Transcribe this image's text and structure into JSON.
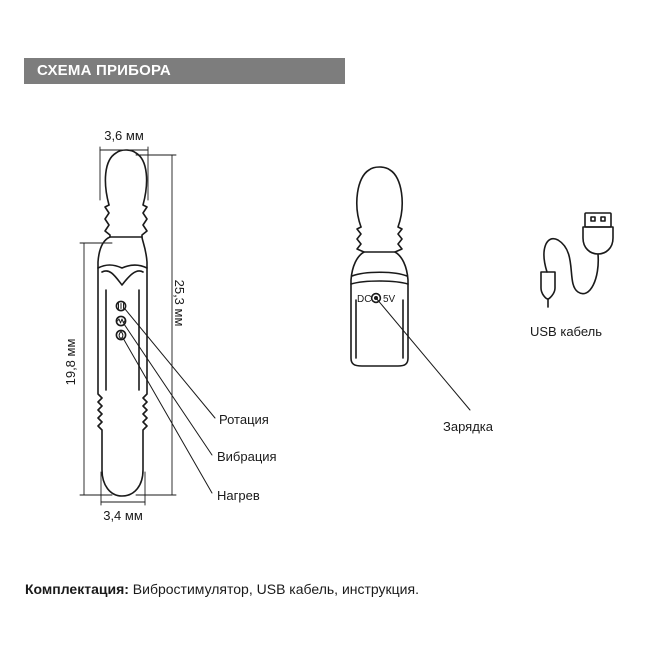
{
  "header": {
    "title": "СХЕМА ПРИБОРА"
  },
  "dimensions": {
    "top_width": "3,6 мм",
    "bottom_width": "3,4 мм",
    "total_length": "25,3 мм",
    "handle_length": "19,8 мм"
  },
  "controls": {
    "rotation": "Ротация",
    "vibration": "Вибрация",
    "heating": "Нагрев"
  },
  "charging": {
    "port_dc": "DC",
    "port_voltage": "5V",
    "label": "Зарядка"
  },
  "cable": {
    "label": "USB кабель"
  },
  "footer": {
    "label": "Комплектация:",
    "value": " Вибростимулятор, USB кабель, инструкция."
  }
}
